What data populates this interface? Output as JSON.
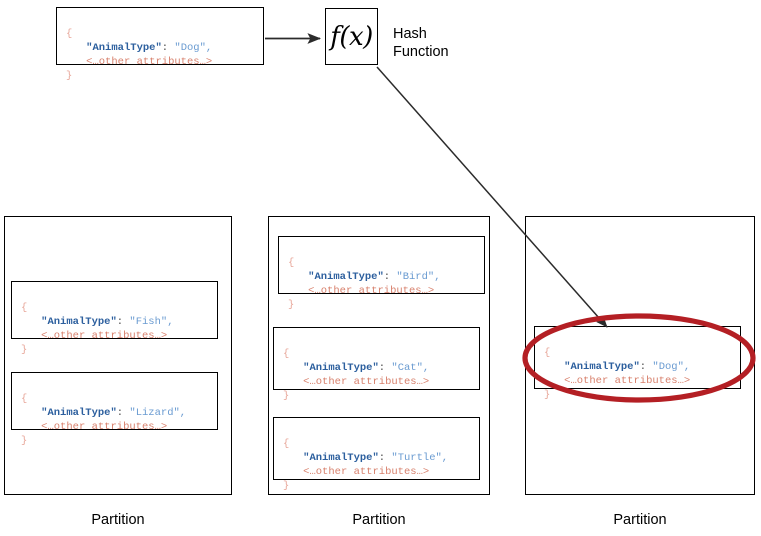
{
  "source_record": {
    "open_brace": "{",
    "key": "\"AnimalType\"",
    "colon": ": ",
    "value": "\"Dog\",",
    "attrs": "<…other attributes…>",
    "close_brace": "}"
  },
  "hash_function": {
    "box_text": "f(x)",
    "label": "Hash\nFunction"
  },
  "record_common": {
    "open_brace": "{",
    "key": "\"AnimalType\"",
    "colon": ": ",
    "attrs": "<…other attributes…>",
    "close_brace": "}"
  },
  "partitions": [
    {
      "label": "Partition",
      "records": [
        {
          "value": "\"Fish\","
        },
        {
          "value": "\"Lizard\","
        }
      ]
    },
    {
      "label": "Partition",
      "records": [
        {
          "value": "\"Bird\","
        },
        {
          "value": "\"Cat\","
        },
        {
          "value": "\"Turtle\","
        }
      ]
    },
    {
      "label": "Partition",
      "records": [
        {
          "value": "\"Dog\","
        }
      ]
    }
  ],
  "colors": {
    "key": "#2c5f9e",
    "value": "#6a9bd1",
    "attrs": "#d8816d",
    "brace": "#e8a79a",
    "stroke": "#000000",
    "highlight": "#b41f24"
  }
}
